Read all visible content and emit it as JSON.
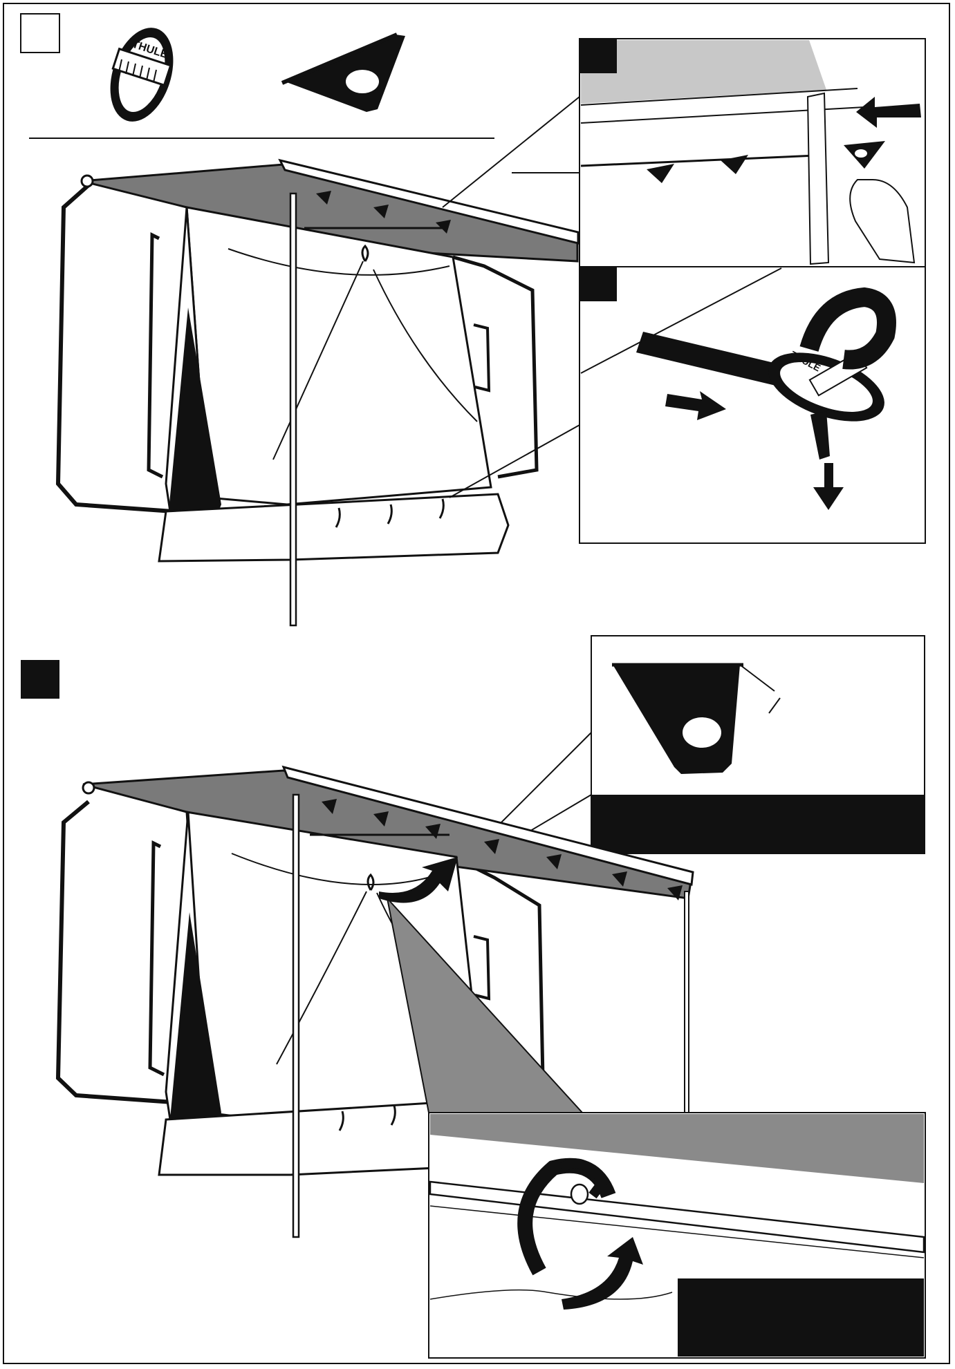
{
  "document": {
    "type": "assembly-instruction-sheet",
    "brand_text": "THULE",
    "step_markers": [
      {
        "id": "step-top",
        "style": "outlined-square"
      },
      {
        "id": "step-bottom",
        "style": "filled-square"
      },
      {
        "id": "detail-a",
        "style": "filled-square"
      },
      {
        "id": "detail-b",
        "style": "filled-square"
      }
    ],
    "colors": {
      "ink": "#111111",
      "awning_fabric": "#7a7a7a",
      "detail_gray": "#8a8a8a",
      "inset_gray": "#c8c8c8",
      "paper": "#ffffff"
    },
    "icons": [
      "strap-buckle-icon",
      "fabric-hook-plate-icon",
      "arrow-icon"
    ]
  }
}
